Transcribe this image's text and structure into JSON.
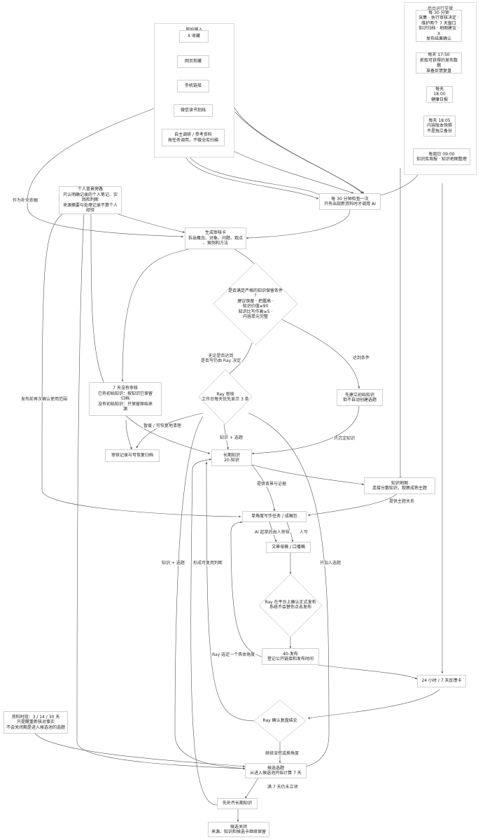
{
  "groups": {
    "raw_input": {
      "title": "原始输入"
    },
    "scheduler": {
      "title": "后台运行节律"
    }
  },
  "nodes": {
    "x_fav": "X 收藏",
    "web_clip": "网页剪藏",
    "phone_link": "手机链接",
    "wechat_read": "微信读书划线",
    "research": "自主调研 / 参考资料\n按任务调用，不做全库扫描",
    "sch_30min": "每 30 分钟\n采集 · 执行审核决定 ·\n维护两个 7 天窗口\n知识归档 · 地图建议 · X\n发布结果确认",
    "sch_1750": "每天 17:50\n抓取可获得的发布数据\n准备反馈复盘",
    "sch_1800": "每天 18:00\n健康日报",
    "sch_1805": "每天 18:05\n内容版本快照\n不是独立备份",
    "sch_sun": "每周日 09:00\n知识库周报 · 知识地图整理",
    "check30": "每 30 分钟检查一次\n只有出现新资料时才调用 AI",
    "personal": "个人背景旁路\n只认明确记录的个人笔记、实\n践和判断\n来源摘要与处理记录不算个人\n经验",
    "review_card": "生成审核卡\n拆出概念、对象、问题、观点\n、案例和方法",
    "criteria": "是否满足严格的知识保留条件\n?\n建议保留 · 把握高 ·\n知识价值≥90\n知识比写作高≥5 ·\n内容单元完整",
    "ray_review": "Ray 审核\n工作台每天优先显示 3 条",
    "seven_day": "7 天没有审核\n已有初始知识：按知识已保留\n归档\n没有初始知识：只保留原始来\n源",
    "initial_knowledge": "先建立初始知识\n但不自动创建选题",
    "audit_log": "审核记录与可恢复归档",
    "longterm": "长期知识\n20-知识",
    "knowledge_map": "知识地图\n连接分散知识，观察成熟主题",
    "writing_task": "单角度写作任务 / 成稿包",
    "draft": "文章母稿 / 口播稿",
    "ray_publish": "Ray 在平台上确认正式发布\n系统不会替你点击发布",
    "publish40": "40-发布\n登记公开链接和发布时间",
    "feedback": "24 小时 / 7 天反馈卡",
    "retro": "Ray 确认复盘结论",
    "data_age": "资料时效：3 / 14 / 30 天\n只提醒重新核对事实\n不会关闭期是进入候选池的选题",
    "candidate": "候选选题\n从进入候选池开始计算 7 天",
    "supplement": "先补齐长期知识",
    "closed": "候选关闭\n来源、知识和候选卡继续保留"
  },
  "edge_labels": {
    "as_supplement": "作为补充依据",
    "publish_reconfirm": "发布前再次确认使用范围",
    "regardless": "无论是否达到\n是否写仍由 Ray 决定",
    "meets": "达到条件",
    "pause": "暂缓 / 可恢复地清理",
    "knowledge_topic_1": "知识 + 选题",
    "only_knowledge": "只沉淀知识",
    "background_evidence": "提供背景与证据",
    "theme_relations": "提供主题关系",
    "ai_draft": "AI 起草后由人审核",
    "manual": "人写",
    "knowledge_topic_2": "知识 + 选题",
    "reusable": "形成可复用判断",
    "only_topic": "只加入选题",
    "ray_pick_angle": "Ray 选定一个具体角度",
    "dig_deeper": "继续深挖或换角度",
    "no_project_7d": "满 7 天仍未立项"
  },
  "colors": {
    "edge": "#555555",
    "node_border": "#d0d0d0",
    "group_border": "#dcdcdc"
  }
}
